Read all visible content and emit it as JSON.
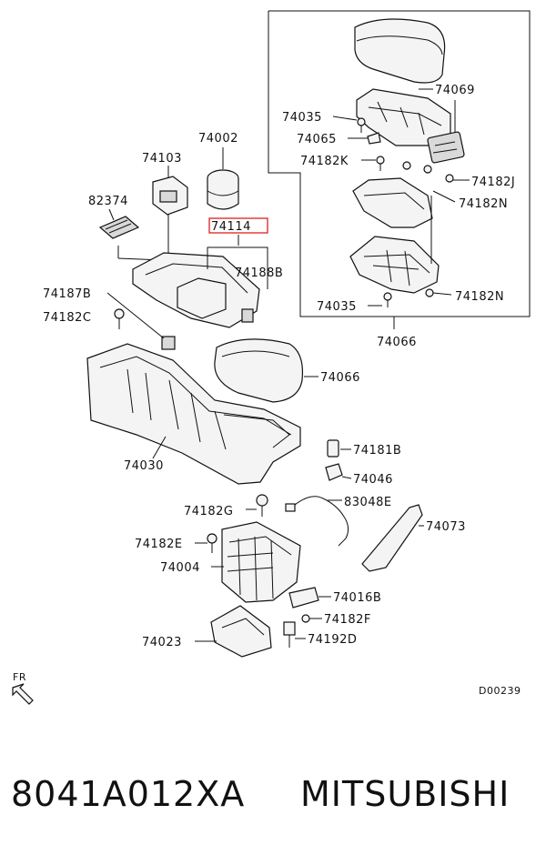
{
  "labels": {
    "p74069": "74069",
    "p74035a": "74035",
    "p74065": "74065",
    "p74182K": "74182K",
    "p74182J": "74182J",
    "p74182Na": "74182N",
    "p74035b": "74035",
    "p74182Nb": "74182N",
    "p74066a": "74066",
    "p74002": "74002",
    "p74103": "74103",
    "p82374": "82374",
    "p74114": "74114",
    "p74188B": "74188B",
    "p74187B": "74187B",
    "p74182C": "74182C",
    "p74066b": "74066",
    "p74030": "74030",
    "p74181B": "74181B",
    "p74046": "74046",
    "p83048E": "83048E",
    "p74073": "74073",
    "p74182G": "74182G",
    "p74182E": "74182E",
    "p74004": "74004",
    "p74016B": "74016B",
    "p74182F": "74182F",
    "p74023": "74023",
    "p74192D": "74192D",
    "fr": "FR",
    "code": "D00239"
  },
  "highlight_color": "#e03030",
  "footer": {
    "part_number": "8041A012XA",
    "brand": "MITSUBISHI"
  }
}
